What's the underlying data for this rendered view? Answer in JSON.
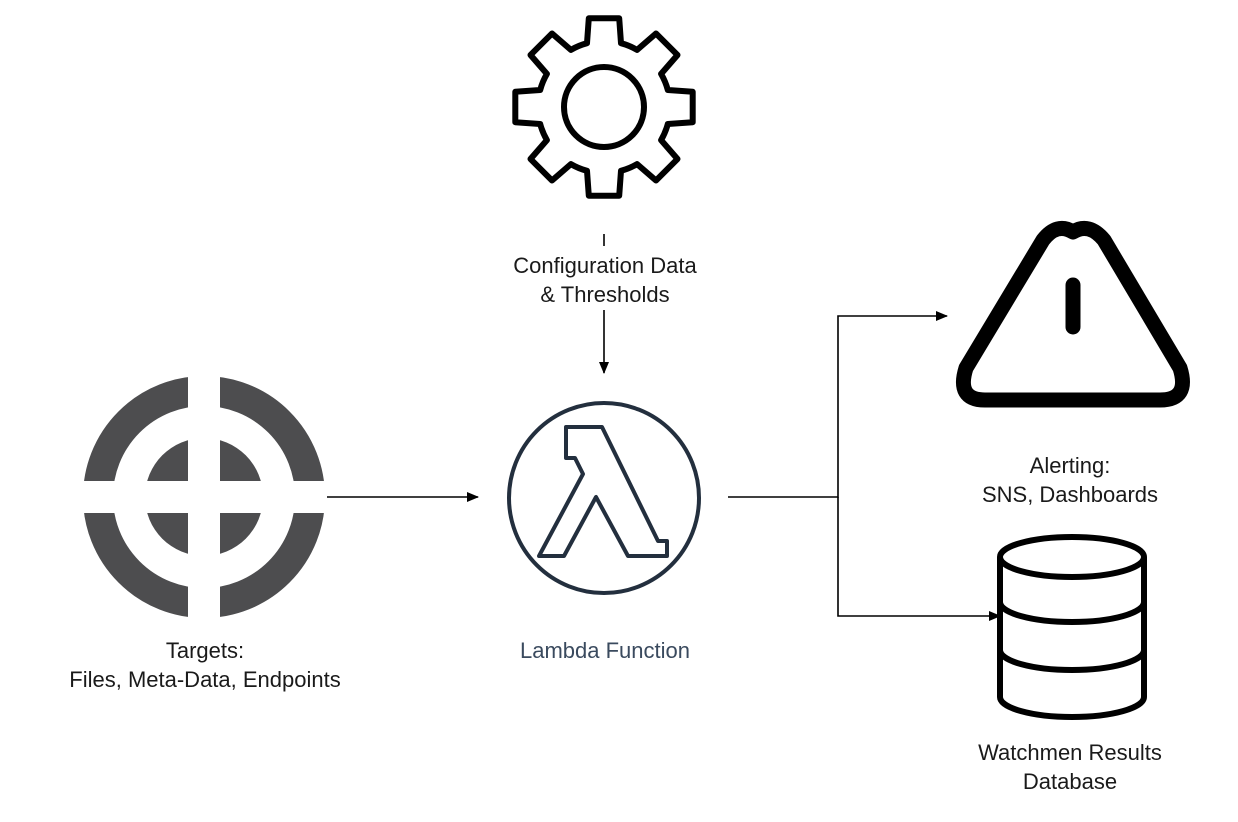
{
  "nodes": {
    "configuration": {
      "icon": "gear-icon",
      "label_line1": "Configuration Data",
      "label_line2": "& Thresholds"
    },
    "targets": {
      "icon": "crosshair-target-icon",
      "label_line1": "Targets:",
      "label_line2": "Files, Meta-Data, Endpoints"
    },
    "lambda": {
      "icon": "lambda-icon",
      "label": "Lambda Function"
    },
    "alerting": {
      "icon": "warning-triangle-icon",
      "label_line1": "Alerting:",
      "label_line2": "SNS, Dashboards"
    },
    "database": {
      "icon": "database-icon",
      "label_line1": "Watchmen Results",
      "label_line2": "Database"
    }
  },
  "edges": [
    {
      "from": "configuration",
      "to": "lambda"
    },
    {
      "from": "targets",
      "to": "lambda"
    },
    {
      "from": "lambda",
      "to": "alerting"
    },
    {
      "from": "lambda",
      "to": "database"
    }
  ],
  "colors": {
    "stroke": "#000000",
    "target_fill": "#4d4d4f",
    "lambda_stroke": "#232f3e",
    "label_text": "#1a1a1a",
    "lambda_label": "#3a4a5e"
  }
}
